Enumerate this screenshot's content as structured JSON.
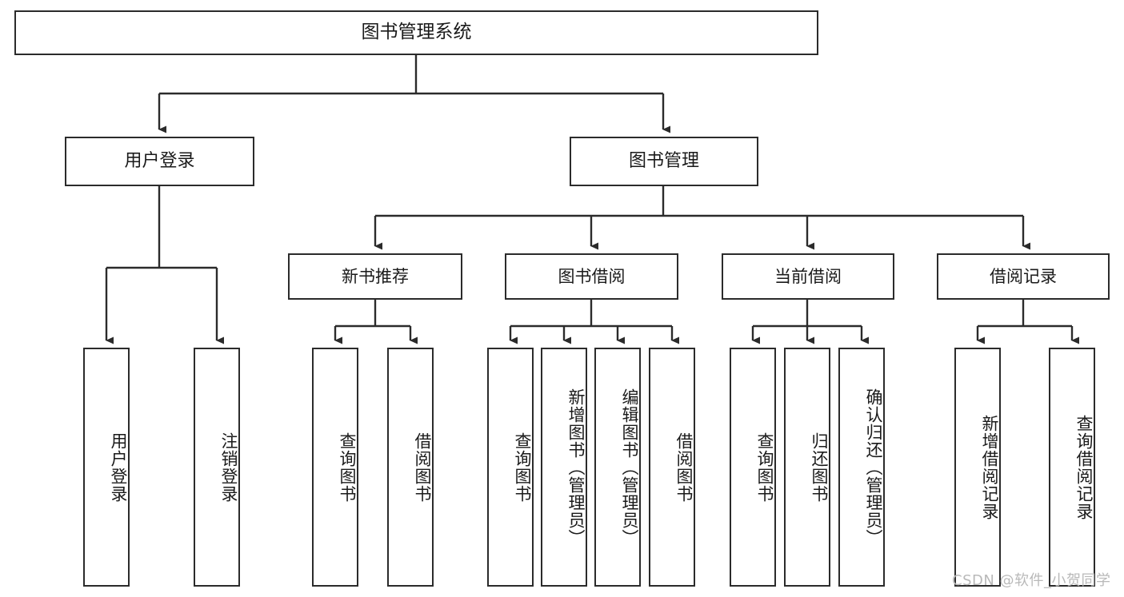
{
  "diagram": {
    "title": "图书管理系统",
    "type": "tree-hierarchy",
    "root": {
      "label": "图书管理系统"
    },
    "level1": [
      {
        "label": "用户登录"
      },
      {
        "label": "图书管理"
      }
    ],
    "level2": [
      {
        "label": "新书推荐"
      },
      {
        "label": "图书借阅"
      },
      {
        "label": "当前借阅"
      },
      {
        "label": "借阅记录"
      }
    ],
    "leaves": {
      "user_login": [
        {
          "label": "用户登录"
        },
        {
          "label": "注销登录"
        }
      ],
      "new_book_recommend": [
        {
          "label": "查询图书"
        },
        {
          "label": "借阅图书"
        }
      ],
      "book_borrow": [
        {
          "label": "查询图书"
        },
        {
          "label": "新增图书（管理员）"
        },
        {
          "label": "编辑图书（管理员）"
        },
        {
          "label": "借阅图书"
        }
      ],
      "current_borrow": [
        {
          "label": "查询图书"
        },
        {
          "label": "归还图书"
        },
        {
          "label": "确认归还（管理员）"
        }
      ],
      "borrow_record": [
        {
          "label": "新增借阅记录"
        },
        {
          "label": "查询借阅记录"
        }
      ]
    }
  },
  "watermark": {
    "text": "CSDN @软件_小贺同学"
  },
  "colors": {
    "stroke": "#2b2b2b",
    "background": "#ffffff",
    "text": "#1a1a1a",
    "watermark": "#b9b9b9"
  }
}
